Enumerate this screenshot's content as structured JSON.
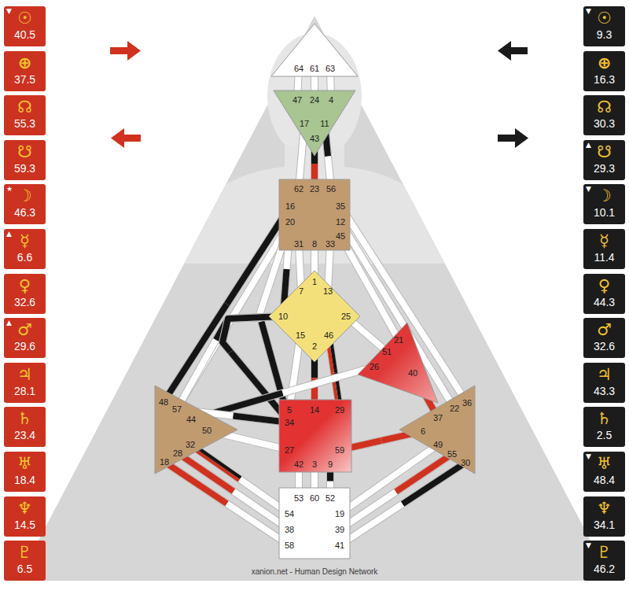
{
  "diagram": {
    "nodes": [
      {
        "text": [
          "▼",
          "☉",
          "40.5"
        ]
      },
      {
        "text": [
          "⊕",
          "37.5"
        ]
      },
      {
        "text": [
          "☊",
          "55.3"
        ]
      },
      {
        "text": [
          "☋",
          "59.3"
        ]
      },
      {
        "text": [
          "★",
          "☽",
          "46.3"
        ]
      },
      {
        "text": [
          "▲",
          "☿",
          "6.6"
        ]
      },
      {
        "text": [
          "♀",
          "32.6"
        ]
      },
      {
        "text": [
          "▲",
          "♂",
          "29.6"
        ]
      },
      {
        "text": [
          "♃",
          "28.1"
        ]
      },
      {
        "text": [
          "♄",
          "23.4"
        ]
      },
      {
        "text": [
          "♅",
          "18.4"
        ]
      },
      {
        "text": [
          "♆",
          "14.5"
        ]
      },
      {
        "text": [
          "♇",
          "6.5"
        ]
      },
      {
        "text": [
          "64",
          "61",
          "63"
        ]
      },
      {
        "text": [
          "47",
          "24",
          "4",
          "17",
          "11",
          "43"
        ]
      },
      {
        "text": [
          "62",
          "23",
          "56",
          "16",
          "35",
          "20",
          "12",
          "45",
          "31",
          "8",
          "33"
        ]
      },
      {
        "text": [
          "1",
          "7",
          "13",
          "10",
          "25",
          "15",
          "46",
          "2"
        ]
      },
      {
        "text": [
          "21",
          "51",
          "26",
          "40"
        ]
      },
      {
        "text": [
          "48",
          "57",
          "44",
          "50",
          "32",
          "28",
          "18"
        ]
      },
      {
        "text": [
          "5",
          "14",
          "29",
          "34",
          "27",
          "59",
          "42",
          "3",
          "9"
        ]
      },
      {
        "text": [
          "22",
          "36",
          "37",
          "6",
          "49",
          "55",
          "30"
        ]
      },
      {
        "text": [
          "53",
          "60",
          "52",
          "54",
          "19",
          "38",
          "39",
          "58",
          "41"
        ]
      },
      {
        "text": [
          "▼",
          "☉",
          "9.3"
        ]
      },
      {
        "text": [
          "⊕",
          "16.3"
        ]
      },
      {
        "text": [
          "☊",
          "30.3"
        ]
      },
      {
        "text": [
          "▲",
          "☋",
          "29.3"
        ]
      },
      {
        "text": [
          "▼",
          "☽",
          "10.1"
        ]
      },
      {
        "text": [
          "☿",
          "11.4"
        ]
      },
      {
        "text": [
          "♀",
          "44.3"
        ]
      },
      {
        "text": [
          "♂",
          "32.6"
        ]
      },
      {
        "text": [
          "♃",
          "43.3"
        ]
      },
      {
        "text": [
          "♄",
          "2.5"
        ]
      },
      {
        "text": [
          "▼",
          "♅",
          "48.4"
        ]
      },
      {
        "text": [
          "♆",
          "34.1"
        ]
      },
      {
        "text": [
          "▼",
          "♇",
          "46.2"
        ]
      }
    ],
    "edges": [
      {
        "from": 13,
        "to": 14,
        "arrow": "none"
      },
      {
        "from": 13,
        "to": 14,
        "arrow": "none"
      },
      {
        "from": 13,
        "to": 14,
        "arrow": "none"
      },
      {
        "from": 14,
        "to": 15,
        "arrow": "none"
      },
      {
        "from": 14,
        "to": 15,
        "arrow": "none"
      },
      {
        "from": 14,
        "to": 15,
        "arrow": "none"
      },
      {
        "from": 15,
        "to": 16,
        "arrow": "none"
      },
      {
        "from": 15,
        "to": 16,
        "arrow": "none"
      },
      {
        "from": 15,
        "to": 16,
        "arrow": "none"
      },
      {
        "from": 15,
        "to": 18,
        "arrow": "none"
      },
      {
        "from": 15,
        "to": 18,
        "arrow": "none"
      },
      {
        "from": 15,
        "to": 19,
        "arrow": "none"
      },
      {
        "from": 15,
        "to": 16,
        "arrow": "none"
      },
      {
        "from": 15,
        "to": 17,
        "arrow": "none"
      },
      {
        "from": 15,
        "to": 20,
        "arrow": "none"
      },
      {
        "from": 15,
        "to": 20,
        "arrow": "none"
      },
      {
        "from": 16,
        "to": 18,
        "arrow": "none"
      },
      {
        "from": 16,
        "to": 19,
        "arrow": "none"
      },
      {
        "from": 16,
        "to": 19,
        "arrow": "none"
      },
      {
        "from": 16,
        "to": 19,
        "arrow": "none"
      },
      {
        "from": 16,
        "to": 19,
        "arrow": "none"
      },
      {
        "from": 16,
        "to": 17,
        "arrow": "none"
      },
      {
        "from": 17,
        "to": 18,
        "arrow": "none"
      },
      {
        "from": 17,
        "to": 20,
        "arrow": "none"
      },
      {
        "from": 18,
        "to": 19,
        "arrow": "none"
      },
      {
        "from": 18,
        "to": 19,
        "arrow": "none"
      },
      {
        "from": 18,
        "to": 21,
        "arrow": "none"
      },
      {
        "from": 18,
        "to": 21,
        "arrow": "none"
      },
      {
        "from": 18,
        "to": 21,
        "arrow": "none"
      },
      {
        "from": 19,
        "to": 20,
        "arrow": "none"
      },
      {
        "from": 19,
        "to": 21,
        "arrow": "none"
      },
      {
        "from": 19,
        "to": 21,
        "arrow": "none"
      },
      {
        "from": 19,
        "to": 21,
        "arrow": "none"
      },
      {
        "from": 20,
        "to": 21,
        "arrow": "none"
      },
      {
        "from": 20,
        "to": 21,
        "arrow": "none"
      },
      {
        "from": 20,
        "to": 21,
        "arrow": "none"
      }
    ],
    "labels": [
      "xanion.net - Human Design Network"
    ]
  }
}
